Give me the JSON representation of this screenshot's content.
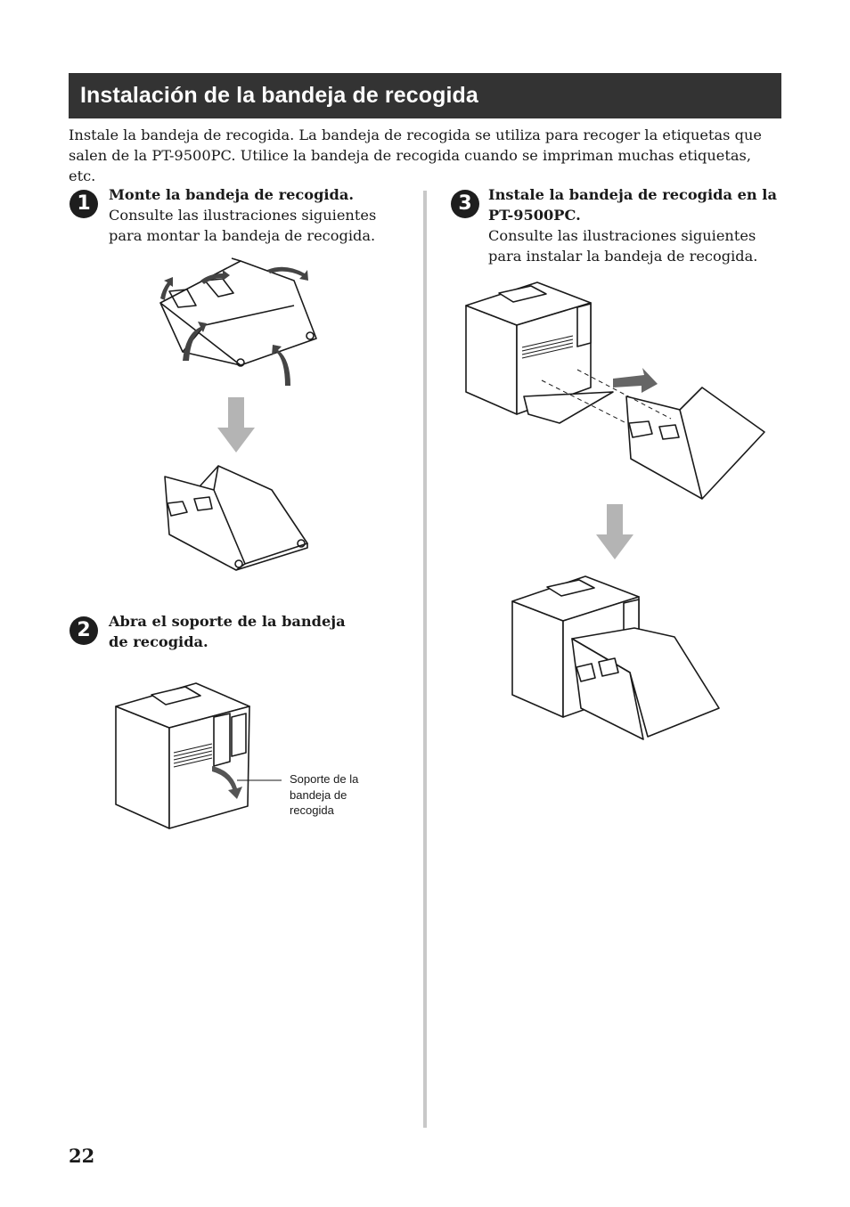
{
  "title": "Instalación de la bandeja de recogida",
  "intro": "Instale la bandeja de recogida. La bandeja de recogida se utiliza para recoger la etiquetas que salen de la PT-9500PC. Utilice la bandeja de recogida cuando se impriman muchas etiquetas, etc.",
  "steps": [
    {
      "number": "1",
      "heading": "Monte la bandeja de recogida.",
      "body": "Consulte las ilustraciones siguientes para montar la bandeja de recogida."
    },
    {
      "number": "2",
      "heading": "Abra el soporte de la bandeja de recogida.",
      "body": ""
    },
    {
      "number": "3",
      "heading": "Instale la bandeja de recogida en la PT-9500PC.",
      "body": "Consulte las ilustraciones siguientes para instalar la bandeja de recogida."
    }
  ],
  "callout": "Soporte de la bandeja de recogida",
  "page_number": "22"
}
